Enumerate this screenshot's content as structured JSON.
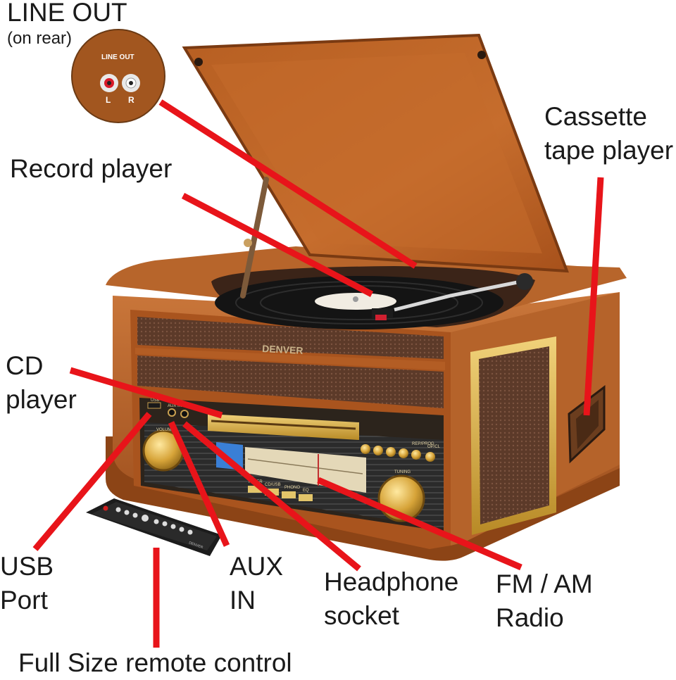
{
  "labels": {
    "line_out": {
      "title": "LINE OUT",
      "note": "(on rear)"
    },
    "inset": {
      "caption": "LINE OUT",
      "left": "L",
      "right": "R"
    },
    "record_player": "Record player",
    "cassette": {
      "line1": "Cassette",
      "line2": "tape player"
    },
    "cd_player": {
      "line1": "CD",
      "line2": "player"
    },
    "usb": {
      "line1": "USB",
      "line2": "Port"
    },
    "aux": {
      "line1": "AUX",
      "line2": "IN"
    },
    "headphone": {
      "line1": "Headphone",
      "line2": "socket"
    },
    "radio": {
      "line1": "FM / AM",
      "line2": "Radio"
    },
    "remote": "Full Size remote control"
  },
  "device": {
    "brand": "DENVER",
    "panel": {
      "usb": "USB",
      "aux_in": "AUX IN",
      "volume": "VOLUME",
      "tuning": "TUNING",
      "rep_prog": "REP/PROG",
      "open_close": "OP/CL",
      "tuner": "TUNER",
      "cd_usb": "CD/USB",
      "phono": "PHONO",
      "eq": "EQ"
    },
    "remote_brand": "DENVER"
  },
  "colors": {
    "arrow": "#e8141a",
    "wood": "#b05c22",
    "wood_dark": "#7a3a12",
    "grille": "#5a3a2a",
    "gold": "#d4a73a",
    "display": "#3a7fd6",
    "text": "#1a1a1a"
  }
}
